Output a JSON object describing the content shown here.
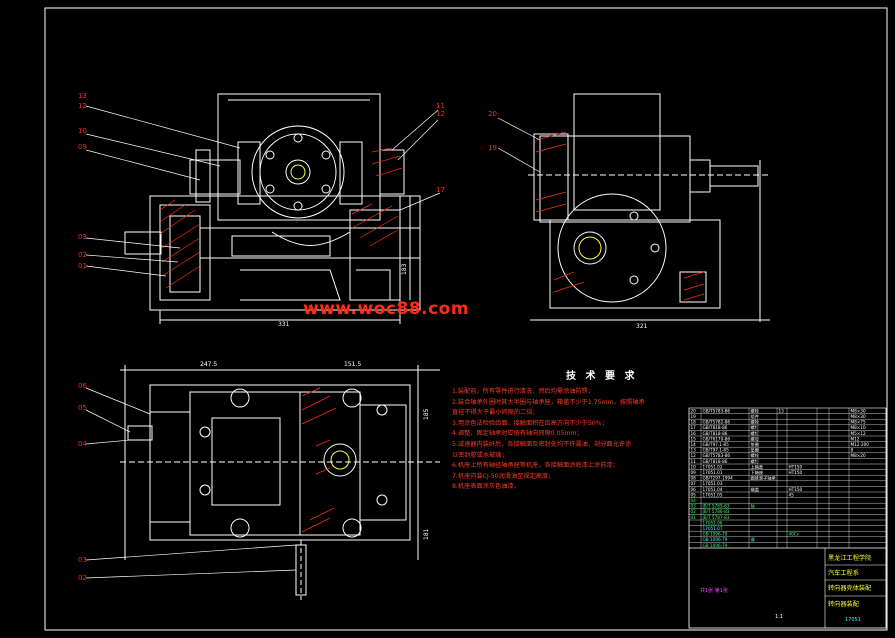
{
  "watermark": "www.woc88.com",
  "tech_title": "技 术 要 求",
  "tech_lines": [
    "1.装配前，所有零件进行清洗，然后均需涂油防锈；",
    "2.装合轴承外圈时其大半圈与轴承座，箱盖不少于1.75mm，按照轴承",
    "  直径不得大于最小间隙的二倍；",
    "3.用涂色法检验齿面，接触面积在齿高方向不少于50%；",
    "4.调整、固定轴承时应留有轴向间隙0.05mm；",
    "5.减速器内装好后，各接触面及密封处均不许漏油，剖分面允许涂",
    "  以密封胶或水玻璃；",
    "6.机座上所有轴径轴承座等机座，各接触面涂底漆上涂前漆；",
    "7.机座内装CJ-50润滑油至规定高度；",
    "8.机座表面涂灰色油漆。"
  ],
  "dimensions": {
    "top_width": "331",
    "top_height": "183",
    "side_width": "321",
    "plan_left": "247.5",
    "plan_right": "151.5",
    "plan_height": "185",
    "plan_height2": "181"
  },
  "part_labels_front": [
    "13",
    "12",
    "10",
    "09",
    "03",
    "02",
    "01"
  ],
  "part_labels_front_right": [
    "11",
    "12",
    "17"
  ],
  "part_labels_side": [
    "20",
    "19"
  ],
  "part_labels_plan": [
    "06",
    "05",
    "04",
    "03",
    "02"
  ],
  "bom_rows": [
    [
      "20",
      "GB/T5783-86",
      "螺栓",
      "13",
      "",
      "",
      "",
      "M8×30"
    ],
    [
      "19",
      "",
      "组件",
      "",
      "",
      "",
      "",
      "M8×30"
    ],
    [
      "18",
      "GB/T5782-86",
      "螺栓",
      "",
      "",
      "",
      "",
      "M8×75"
    ],
    [
      "17",
      "GB/T818-86",
      "螺钉",
      "",
      "",
      "",
      "",
      "M8×10"
    ],
    [
      "16",
      "GB/T818-86",
      "螺钉",
      "",
      "",
      "",
      "",
      "M5×12"
    ],
    [
      "15",
      "GB/T6170-86",
      "螺母",
      "",
      "",
      "",
      "",
      "M12"
    ],
    [
      "14",
      "GB/T97.1-85",
      "垫圈",
      "",
      "",
      "",
      "",
      "M12-200"
    ],
    [
      "13",
      "GB/T97.1-85",
      "垫圈",
      "",
      "",
      "",
      "",
      "8"
    ],
    [
      "12",
      "GB/T5783-86",
      "螺栓",
      "",
      "",
      "",
      "",
      "M8×20"
    ],
    [
      "11",
      "GB/T818-86",
      "螺钉",
      "",
      "",
      "",
      "",
      ""
    ],
    [
      "10",
      "17051.02",
      "上箱盖",
      "",
      "HT150",
      "",
      "",
      ""
    ],
    [
      "09",
      "17051.01",
      "下箱座",
      "",
      "HT150",
      "",
      "",
      ""
    ],
    [
      "08",
      "GB/T297-1994",
      "圆锥滚子轴承",
      "",
      "",
      "",
      "",
      ""
    ],
    [
      "07",
      "17051.03",
      "",
      "",
      "",
      "",
      "",
      ""
    ],
    [
      "06",
      "17051.04",
      "端盖",
      "",
      "HT150",
      "",
      "",
      ""
    ],
    [
      "05",
      "17051.05",
      "",
      "",
      "45",
      "",
      "",
      ""
    ],
    [
      "04",
      "",
      "",
      "",
      "",
      "",
      "",
      ""
    ],
    [
      "03",
      "JB/T 5785-83",
      "轴",
      "",
      "",
      "",
      "",
      ""
    ],
    [
      "02",
      "JB/T 5786-83",
      "",
      "",
      "",
      "",
      "",
      ""
    ],
    [
      "01",
      "JB/T 5787-83",
      "",
      "",
      "",
      "",
      "",
      ""
    ],
    [
      "",
      "17051.06",
      "",
      "",
      "",
      "",
      "",
      ""
    ],
    [
      "",
      "17051.07",
      "",
      "",
      "",
      "",
      "",
      ""
    ],
    [
      "",
      "GB 1096-79",
      "",
      "",
      "40Cr",
      "",
      "",
      ""
    ],
    [
      "",
      "GB 1096-79",
      "键",
      "",
      "",
      "",
      "",
      ""
    ],
    [
      "",
      "GB 1096-79",
      "",
      "",
      "",
      "",
      "",
      ""
    ]
  ],
  "title_block": {
    "school": "黑龙江工程学院",
    "dept": "汽车工程系",
    "drawing": "转向器壳体装配",
    "name": "转向器装配",
    "scale": "1:1",
    "sheet": "共1张 第1张",
    "number": "17051"
  },
  "colors": {
    "white": "#ffffff",
    "red": "#ff2a1a",
    "green": "#33ff66",
    "cyan": "#33ffff",
    "yellow": "#ffff33",
    "magenta": "#ff44ff"
  }
}
